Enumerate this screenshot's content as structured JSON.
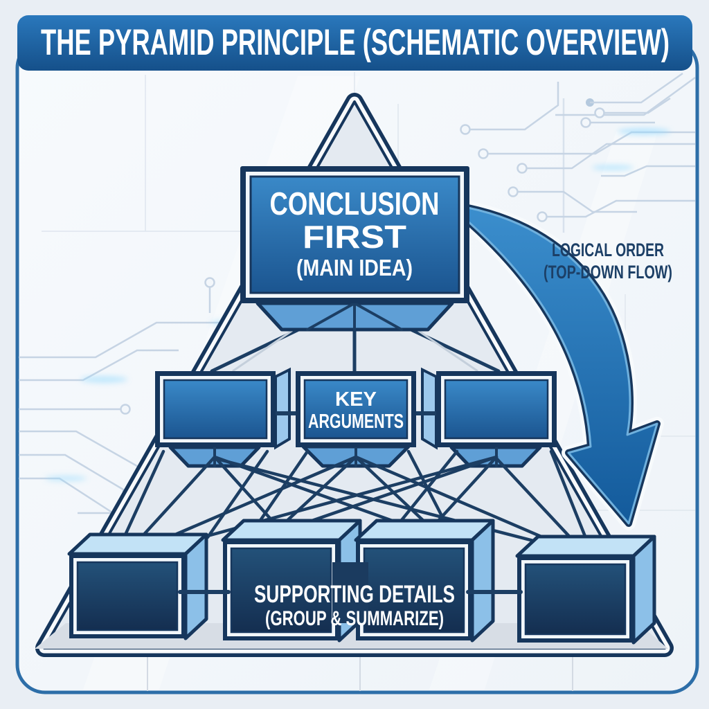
{
  "title": "THE PYRAMID PRINCIPLE (SCHEMATIC OVERVIEW)",
  "pyramid": {
    "top_node": {
      "line1": "CONCLUSION",
      "line2": "FIRST",
      "line3": "(MAIN IDEA)"
    },
    "middle_node": {
      "line1": "KEY",
      "line2": "ARGUMENTS"
    },
    "bottom_node": {
      "line1": "SUPPORTING DETAILS",
      "line2": "(GROUP & SUMMARIZE)"
    }
  },
  "annotation": {
    "line1": "LOGICAL ORDER",
    "line2": "(TOP-DOWN FLOW)"
  },
  "colors": {
    "banner_top": "#2a78bc",
    "banner_bottom": "#15508a",
    "panel_border": "#2d6ea8",
    "node_fill_top": "#3a89c8",
    "node_fill_bottom": "#1b5590",
    "cube_fill_top": "#235179",
    "cube_fill_bottom": "#142e50",
    "outline_navy": "#16365c",
    "annotation_text": "#1c3f66",
    "arrow_fill_top": "#3b8ecd",
    "arrow_fill_bottom": "#135a9b"
  }
}
